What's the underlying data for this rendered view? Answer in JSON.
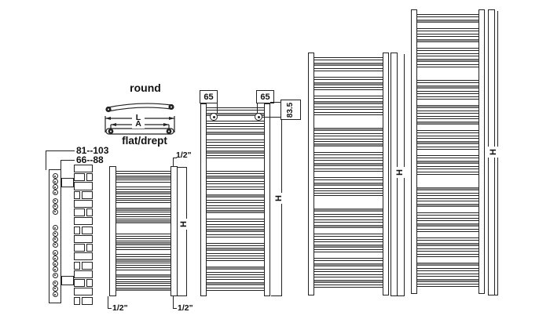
{
  "colors": {
    "background": "#ffffff",
    "line": "#222222",
    "tube_gray": "#8f8f8f"
  },
  "side_view": {
    "dim_wall_to_front": "81--103",
    "dim_wall_to_axis": "66--88"
  },
  "bar_profiles": {
    "round_label": "round",
    "flat_label": "flat/drept",
    "dim_length": "L",
    "dim_axis": "A"
  },
  "radiators": {
    "small": {
      "thread_top": "1/2\"",
      "thread_bottom_left": "1/2\"",
      "thread_bottom_right": "1/2\"",
      "dim_height": "H"
    },
    "medium": {
      "dim_offset_left": "65",
      "dim_offset_right": "65",
      "dim_top_to_axis": "83.5",
      "dim_height": "H"
    },
    "large": {
      "dim_height": "H"
    },
    "xlarge": {
      "dim_height": "H"
    }
  }
}
